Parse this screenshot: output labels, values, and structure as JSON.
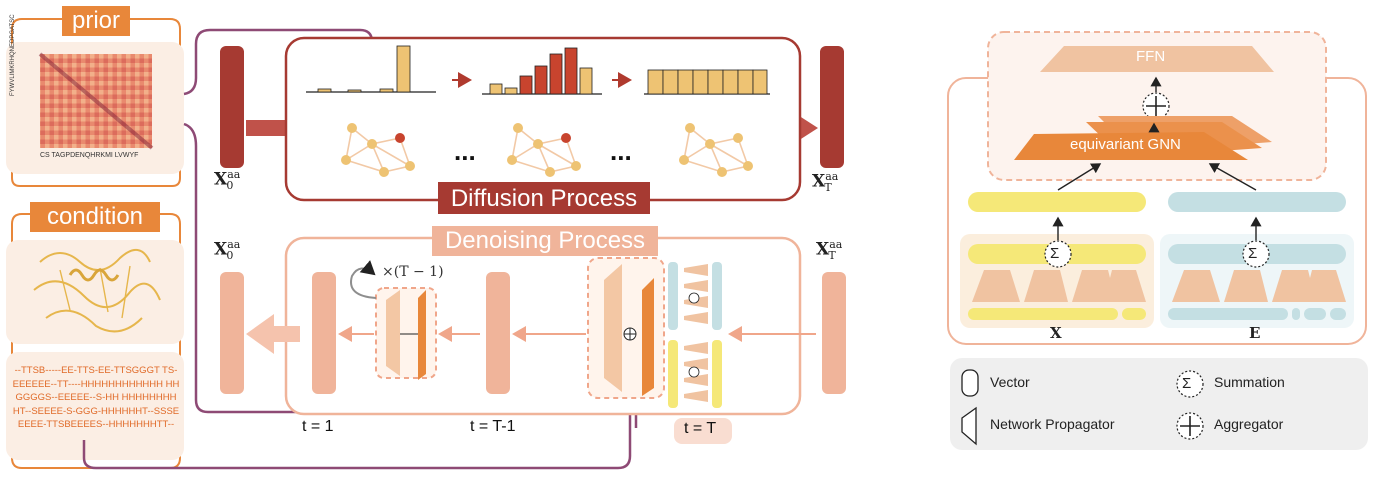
{
  "labels": {
    "prior": "prior",
    "condition": "condition",
    "diffusion": "Diffusion Process",
    "denoising": "Denoising Process",
    "t1": "t = 1",
    "tT1": "t = T-1",
    "tT": "t = T",
    "repeat": "×(T − 1)",
    "ellipsis": "...",
    "ffn": "FFN",
    "gnn": "equivariant GNN",
    "x_bold": "X",
    "e_bold": "E",
    "x0_base": "X",
    "x0_sup": "aa",
    "x0_sub": "0",
    "xT_sub": "T"
  },
  "matrix_axis": {
    "x_ticks": "CS TAGPDENQHRKMI LVWYF",
    "y_ticks": "FYWVLIMKRHQNEDPGATSC"
  },
  "sequence": "--TTSB-----EE-TTS-EE-TTSGGGT TS-EEEEEE--TT----HHHHHHHHHHHH HHGGGGS--EEEEE--S-HH HHHHHHHH HT--SEEEE-S-GGG-HHHHHHT--SSSEEEEE-TTSBEEEES--HHHHHHHTT--",
  "legend": {
    "vector": "Vector",
    "summation": "Summation",
    "network": "Network Propagator",
    "aggregator": "Aggregator"
  },
  "colors": {
    "orange": "#e8873a",
    "dark_red": "#a63a32",
    "salmon": "#f0b49a",
    "peach_bg": "#fbeee4",
    "gold": "#eec373",
    "yellow": "#f5e878",
    "teal": "#c4dfe3",
    "purple": "#8e4a75"
  }
}
